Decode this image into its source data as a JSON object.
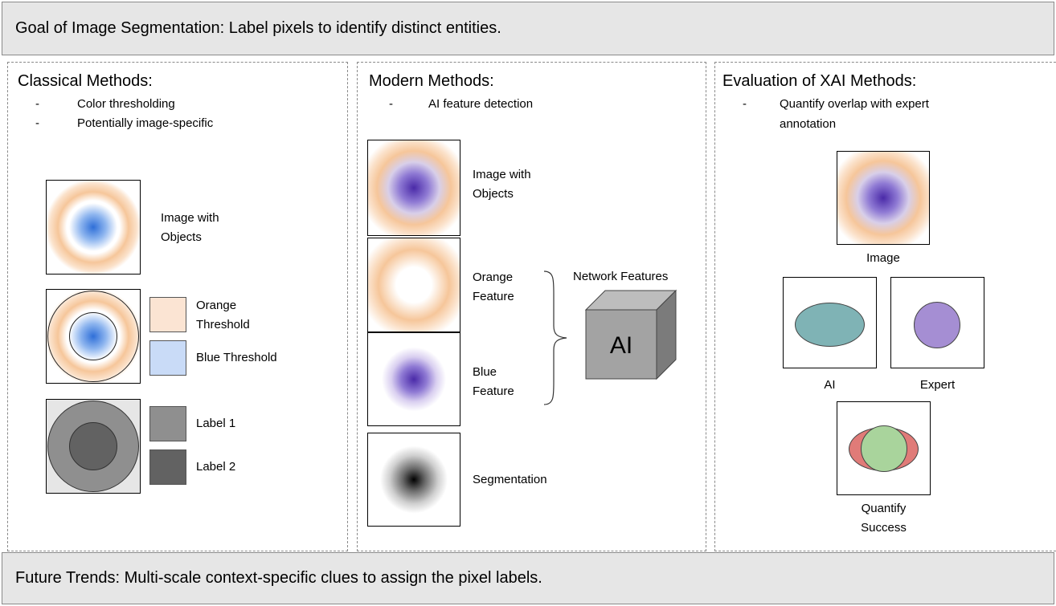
{
  "top_banner": "Goal of Image Segmentation: Label pixels to identify distinct entities.",
  "bottom_banner": "Future Trends: Multi-scale context-specific clues to assign the pixel labels.",
  "classical": {
    "title": "Classical Methods:",
    "bullets": [
      "Color thresholding",
      "Potentially image-specific"
    ],
    "image_label_1": "Image with",
    "image_label_2": "Objects",
    "orange_label_1": "Orange",
    "orange_label_2": "Threshold",
    "blue_label": "Blue Threshold",
    "label1": "Label 1",
    "label2": "Label 2"
  },
  "modern": {
    "title": "Modern Methods:",
    "bullets": [
      "AI feature detection"
    ],
    "image_label_1": "Image with",
    "image_label_2": "Objects",
    "orange_label_1": "Orange",
    "orange_label_2": "Feature",
    "blue_label_1": "Blue",
    "blue_label_2": "Feature",
    "network_label": "Network Features",
    "cube_text": "AI",
    "segmentation_label": "Segmentation"
  },
  "evaluation": {
    "title": "Evaluation of XAI Methods:",
    "bullet_line_1": "Quantify overlap with expert",
    "bullet_line_2": "annotation",
    "image_label": "Image",
    "ai_label": "AI",
    "expert_label": "Expert",
    "quantify_1": "Quantify",
    "quantify_2": "Success"
  },
  "bullet_glyph": "-",
  "colors": {
    "banner_bg": "#e6e6e6",
    "orange": "#f6c69a",
    "orange_swatch": "#fbe4d3",
    "blue": "#4f8de8",
    "blue_swatch": "#c9dbf7",
    "purple": "#5b36b8",
    "label1_gray": "#8f8f8f",
    "label2_gray": "#626262",
    "ai_ellipse": "#7fb3b5",
    "expert_circle": "#a58ed3",
    "overlap_red": "#e07b78",
    "overlap_green": "#a9d49c"
  }
}
